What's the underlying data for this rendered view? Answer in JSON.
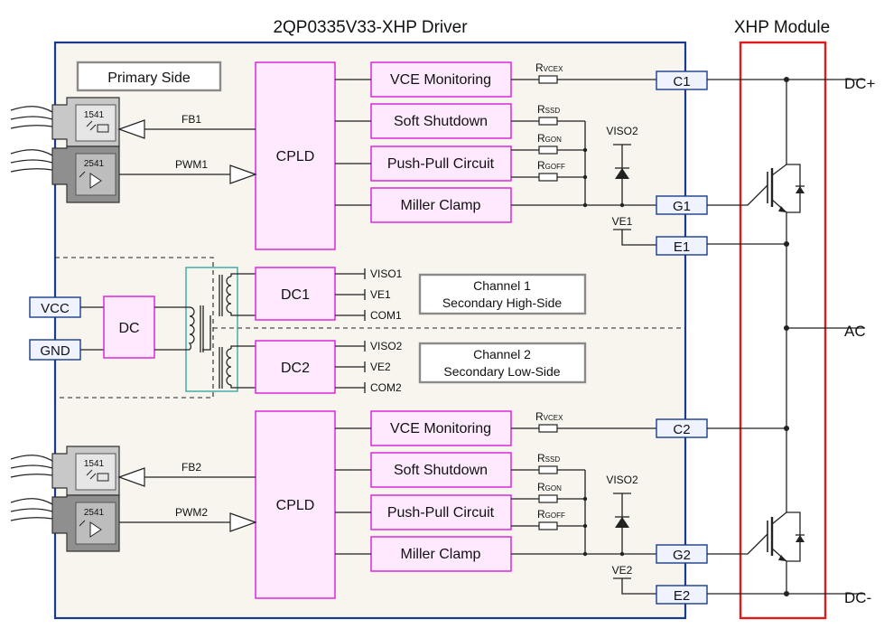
{
  "title": "2QP0335V33-XHP Driver",
  "module_title": "XHP Module",
  "primary_label": "Primary Side",
  "cpld_label": "CPLD",
  "blocks": {
    "vce": "VCE Monitoring",
    "ssd": "Soft Shutdown",
    "pp": "Push-Pull Circuit",
    "miller": "Miller Clamp"
  },
  "resistors": {
    "base": "R",
    "vcex": "VCEX",
    "ssd": "SSD",
    "gon": "GON",
    "goff": "GOFF"
  },
  "signals": {
    "fb1": "FB1",
    "pwm1": "PWM1",
    "fb2": "FB2",
    "pwm2": "PWM2",
    "viso2": "VISO2",
    "ve1": "VE1",
    "ve2": "VE2"
  },
  "ports": {
    "c1": "C1",
    "g1": "G1",
    "e1": "E1",
    "c2": "C2",
    "g2": "G2",
    "e2": "E2",
    "vcc": "VCC",
    "gnd": "GND"
  },
  "power": {
    "dc": "DC",
    "dc1": "DC1",
    "dc2": "DC2",
    "dc1_outputs": [
      "VISO1",
      "VE1",
      "COM1"
    ],
    "dc2_outputs": [
      "VISO2",
      "VE2",
      "COM2"
    ]
  },
  "channels": {
    "ch1_line1": "Channel 1",
    "ch1_line2": "Secondary  High-Side",
    "ch2_line1": "Channel 2",
    "ch2_line2": "Secondary  Low-Side"
  },
  "optos": {
    "top_fb": "1541",
    "top_pwm": "2541",
    "bot_fb": "1541",
    "bot_pwm": "2541"
  },
  "terminals": {
    "dc_plus": "DC+",
    "ac": "AC",
    "dc_minus": "DC-"
  },
  "colors": {
    "driver_border": "#1a3a8c",
    "module_border": "#e01b1b",
    "block_border": "#d81bd8",
    "block_fill": "#ffe9ff",
    "port_fill": "#eef3ff",
    "transformer_box": "#3aa6a0"
  }
}
